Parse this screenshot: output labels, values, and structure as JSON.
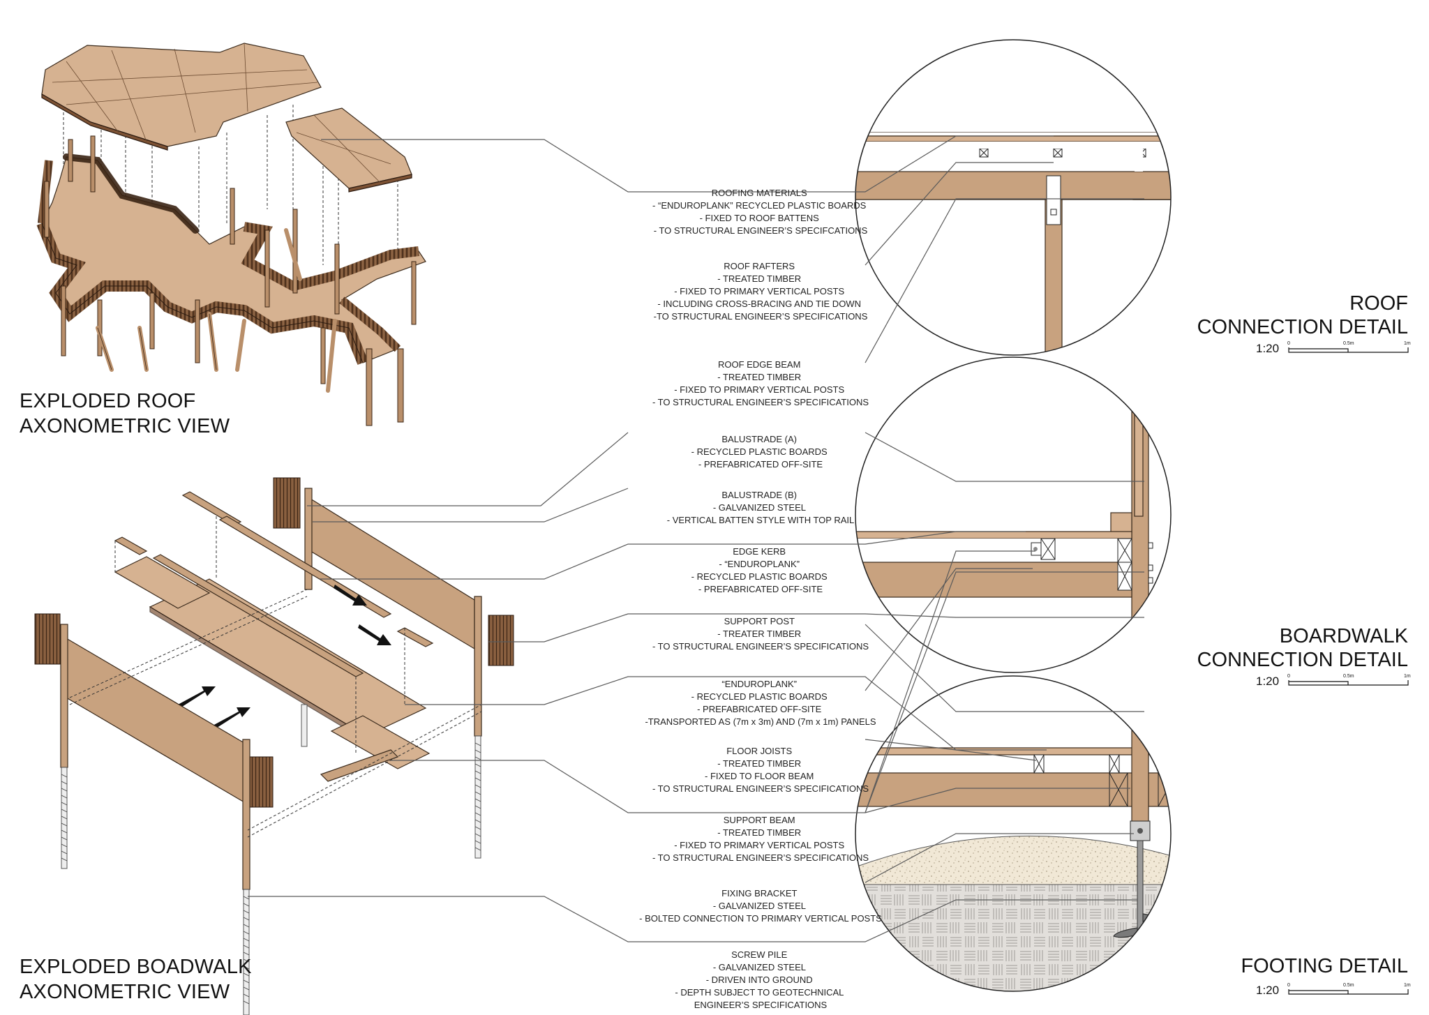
{
  "views": {
    "roof_title": [
      "EXPLODED ROOF",
      "AXONOMETRIC VIEW"
    ],
    "boardwalk_title": [
      "EXPLODED BOADWALK",
      "AXONOMETRIC VIEW"
    ]
  },
  "details": [
    {
      "id": "roof",
      "title": [
        "ROOF",
        "CONNECTION DETAIL"
      ],
      "scale": "1:20",
      "scale_ticks": [
        "0",
        "0.5m",
        "1m"
      ]
    },
    {
      "id": "boardwalk",
      "title": [
        "BOARDWALK",
        "CONNECTION DETAIL"
      ],
      "scale": "1:20",
      "scale_ticks": [
        "0",
        "0.5m",
        "1m"
      ]
    },
    {
      "id": "footing",
      "title": [
        "FOOTING DETAIL"
      ],
      "scale": "1:20",
      "scale_ticks": [
        "0",
        "0.5m",
        "1m"
      ]
    }
  ],
  "labels": [
    {
      "id": "roofing-materials",
      "lines": [
        "ROOFING MATERIALS",
        "- “ENDUROPLANK” RECYCLED PLASTIC BOARDS",
        "- FIXED TO ROOF BATTENS",
        "- TO STRUCTURAL ENGINEER’S SPECIFCATIONS"
      ]
    },
    {
      "id": "roof-rafters",
      "lines": [
        "ROOF RAFTERS",
        "- TREATED TIMBER",
        "- FIXED TO PRIMARY VERTICAL POSTS",
        "- INCLUDING CROSS-BRACING AND TIE DOWN",
        "-TO STRUCTURAL ENGINEER’S SPECIFICATIONS"
      ]
    },
    {
      "id": "roof-edge-beam",
      "lines": [
        "ROOF EDGE BEAM",
        "- TREATED TIMBER",
        "- FIXED TO PRIMARY VERTICAL POSTS",
        "- TO STRUCTURAL ENGINEER’S SPECIFICATIONS"
      ]
    },
    {
      "id": "balustrade-a",
      "lines": [
        "BALUSTRADE (A)",
        "- RECYCLED PLASTIC BOARDS",
        "- PREFABRICATED OFF-SITE"
      ]
    },
    {
      "id": "balustrade-b",
      "lines": [
        "BALUSTRADE (B)",
        "- GALVANIZED STEEL",
        "- VERTICAL BATTEN STYLE WITH TOP RAIL"
      ]
    },
    {
      "id": "edge-kerb",
      "lines": [
        "EDGE KERB",
        "- “ENDUROPLANK”",
        "- RECYCLED PLASTIC BOARDS",
        "- PREFABRICATED OFF-SITE"
      ]
    },
    {
      "id": "support-post",
      "lines": [
        "SUPPORT POST",
        "- TREATER TIMBER",
        "- TO STRUCTURAL ENGINEER’S SPECIFICATIONS"
      ]
    },
    {
      "id": "enduroplank",
      "lines": [
        "“ENDUROPLANK”",
        "- RECYCLED PLASTIC BOARDS",
        "- PREFABRICATED OFF-SITE",
        "-TRANSPORTED AS (7m x 3m) AND (7m x 1m) PANELS"
      ]
    },
    {
      "id": "floor-joists",
      "lines": [
        "FLOOR JOISTS",
        "- TREATED TIMBER",
        "- FIXED TO FLOOR BEAM",
        "- TO STRUCTURAL ENGINEER’S SPECIFICATIONS"
      ]
    },
    {
      "id": "support-beam",
      "lines": [
        "SUPPORT BEAM",
        "- TREATED TIMBER",
        "- FIXED TO PRIMARY VERTICAL POSTS",
        "- TO STRUCTURAL ENGINEER’S SPECIFICATIONS"
      ]
    },
    {
      "id": "fixing-bracket",
      "lines": [
        "FIXING BRACKET",
        "- GALVANIZED STEEL",
        "- BOLTED CONNECTION TO PRIMARY VERTICAL POSTS"
      ]
    },
    {
      "id": "screw-pile",
      "lines": [
        "SCREW PILE",
        "- GALVANIZED STEEL",
        "- DRIVEN INTO GROUND",
        "- DEPTH SUBJECT TO GEOTECHNICAL",
        "ENGINEER’S SPECIFICATIONS"
      ]
    }
  ]
}
